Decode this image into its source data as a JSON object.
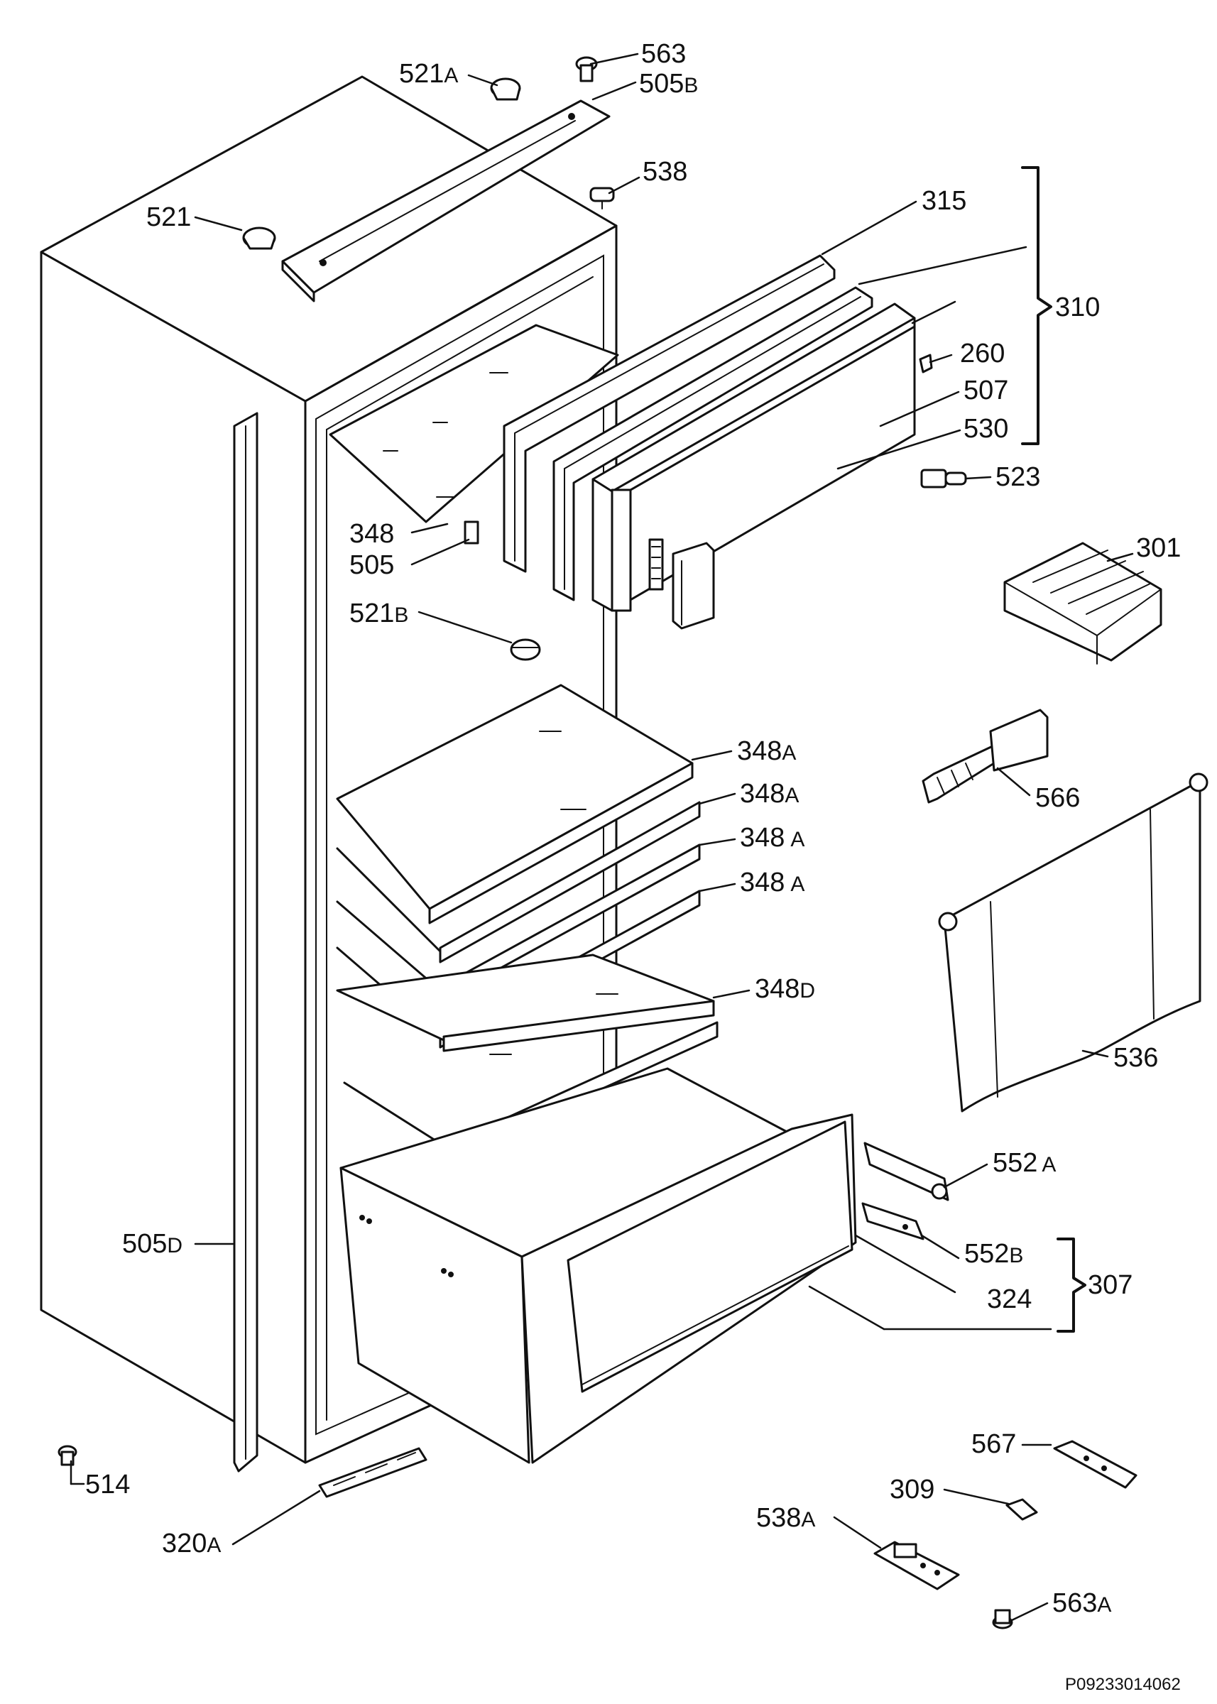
{
  "diagram_code": "P09233014062",
  "parts": {
    "p563": {
      "num": "563",
      "suf": ""
    },
    "p521A": {
      "num": "521",
      "suf": "A"
    },
    "p505B": {
      "num": "505",
      "suf": "B"
    },
    "p538": {
      "num": "538",
      "suf": ""
    },
    "p521": {
      "num": "521",
      "suf": ""
    },
    "p315": {
      "num": "315",
      "suf": ""
    },
    "p310": {
      "num": "310",
      "suf": ""
    },
    "p260": {
      "num": "260",
      "suf": ""
    },
    "p507": {
      "num": "507",
      "suf": ""
    },
    "p530": {
      "num": "530",
      "suf": ""
    },
    "p523": {
      "num": "523",
      "suf": ""
    },
    "p348": {
      "num": "348",
      "suf": ""
    },
    "p505": {
      "num": "505",
      "suf": ""
    },
    "p301": {
      "num": "301",
      "suf": ""
    },
    "p521B": {
      "num": "521",
      "suf": "B"
    },
    "p348A1": {
      "num": "348",
      "suf": "A"
    },
    "p348A2": {
      "num": "348",
      "suf": "A"
    },
    "p348A3": {
      "num": "348",
      "suf": "A"
    },
    "p348A4": {
      "num": "348",
      "suf": "A"
    },
    "p566": {
      "num": "566",
      "suf": ""
    },
    "p348D": {
      "num": "348",
      "suf": "D"
    },
    "p536": {
      "num": "536",
      "suf": ""
    },
    "p552A": {
      "num": "552",
      "suf": "A"
    },
    "p552B": {
      "num": "552",
      "suf": "B"
    },
    "p307": {
      "num": "307",
      "suf": ""
    },
    "p324": {
      "num": "324",
      "suf": ""
    },
    "p505D": {
      "num": "505",
      "suf": "D"
    },
    "p514": {
      "num": "514",
      "suf": ""
    },
    "p567": {
      "num": "567",
      "suf": ""
    },
    "p309": {
      "num": "309",
      "suf": ""
    },
    "p538A": {
      "num": "538",
      "suf": "A"
    },
    "p320A": {
      "num": "320",
      "suf": "A"
    },
    "p563A": {
      "num": "563",
      "suf": "A"
    }
  }
}
